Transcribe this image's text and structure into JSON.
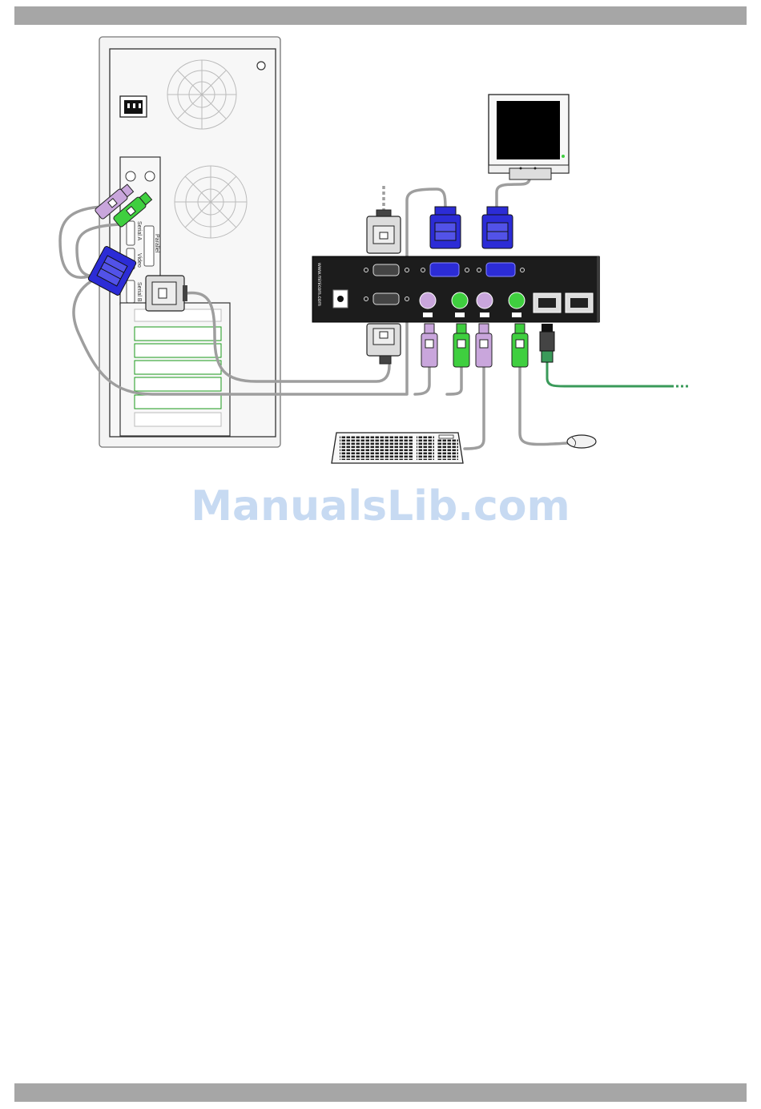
{
  "header_bar": {
    "color": "#a6a6a6"
  },
  "footer_bar": {
    "color": "#a6a6a6"
  },
  "pc_ports": {
    "serial_a": "Serial A",
    "video": "Video",
    "serial_b": "Serial B",
    "parallel": "Parallel"
  },
  "switch": {
    "brand_text": "www.minicom.com"
  },
  "watermark": {
    "text": "ManualsLib.com",
    "color": "#c7daf2"
  },
  "cable_colors": {
    "cable": "#9e9e9e",
    "keyboard_ps2": "#c9a6dc",
    "mouse_ps2": "#3fcf3f",
    "vga": "#2c2cd6",
    "network": "#3a9a5a"
  }
}
